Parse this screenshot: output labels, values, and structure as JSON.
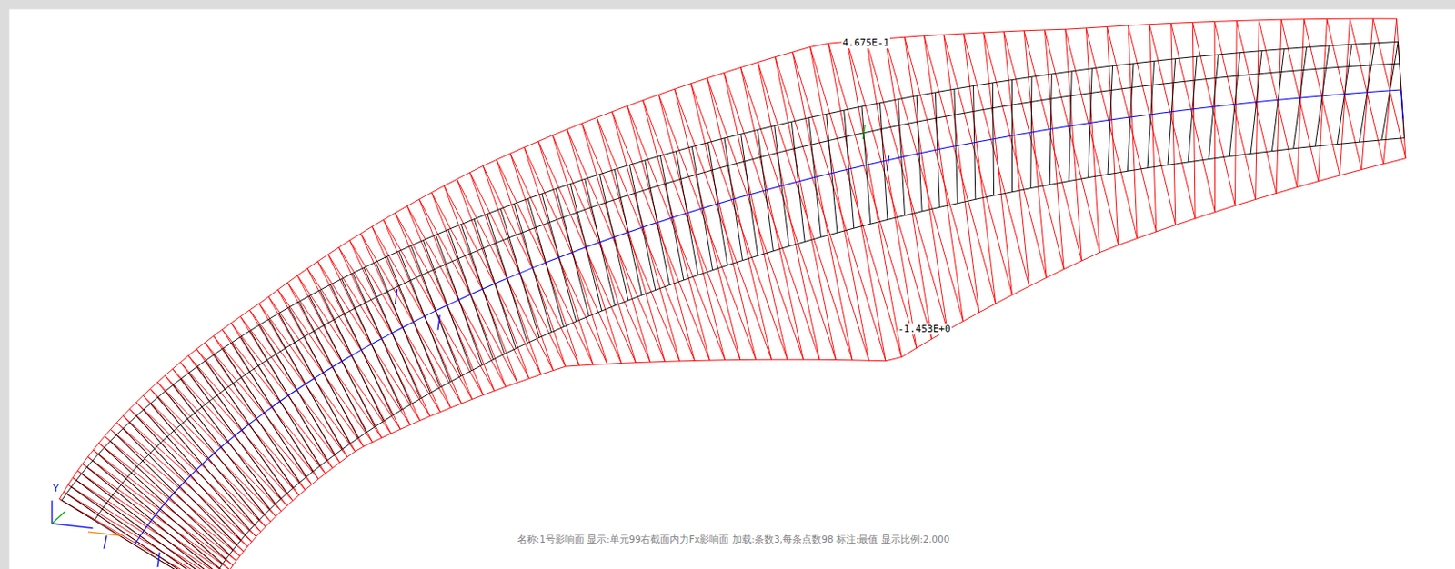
{
  "diagram": {
    "caption": "名称:1号影响面 显示:单元99右截面内力Fx影响面 加载:条数3,每条点数98 标注:最值 显示比例:2.000",
    "labels": [
      "4.675E-1",
      "-1.453E+0",
      "Y"
    ]
  }
}
